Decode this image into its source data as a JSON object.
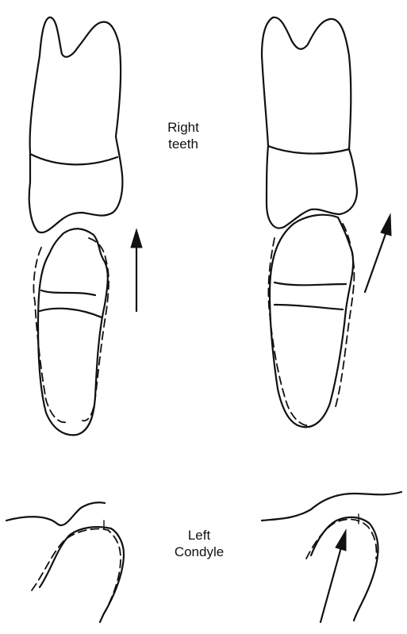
{
  "labels": {
    "right_teeth_line1": "Right",
    "right_teeth_line2": "teeth",
    "left_condyle_line1": "Left",
    "left_condyle_line2": "Condyle"
  },
  "colors": {
    "ink": "#111111",
    "background": "#ffffff"
  }
}
